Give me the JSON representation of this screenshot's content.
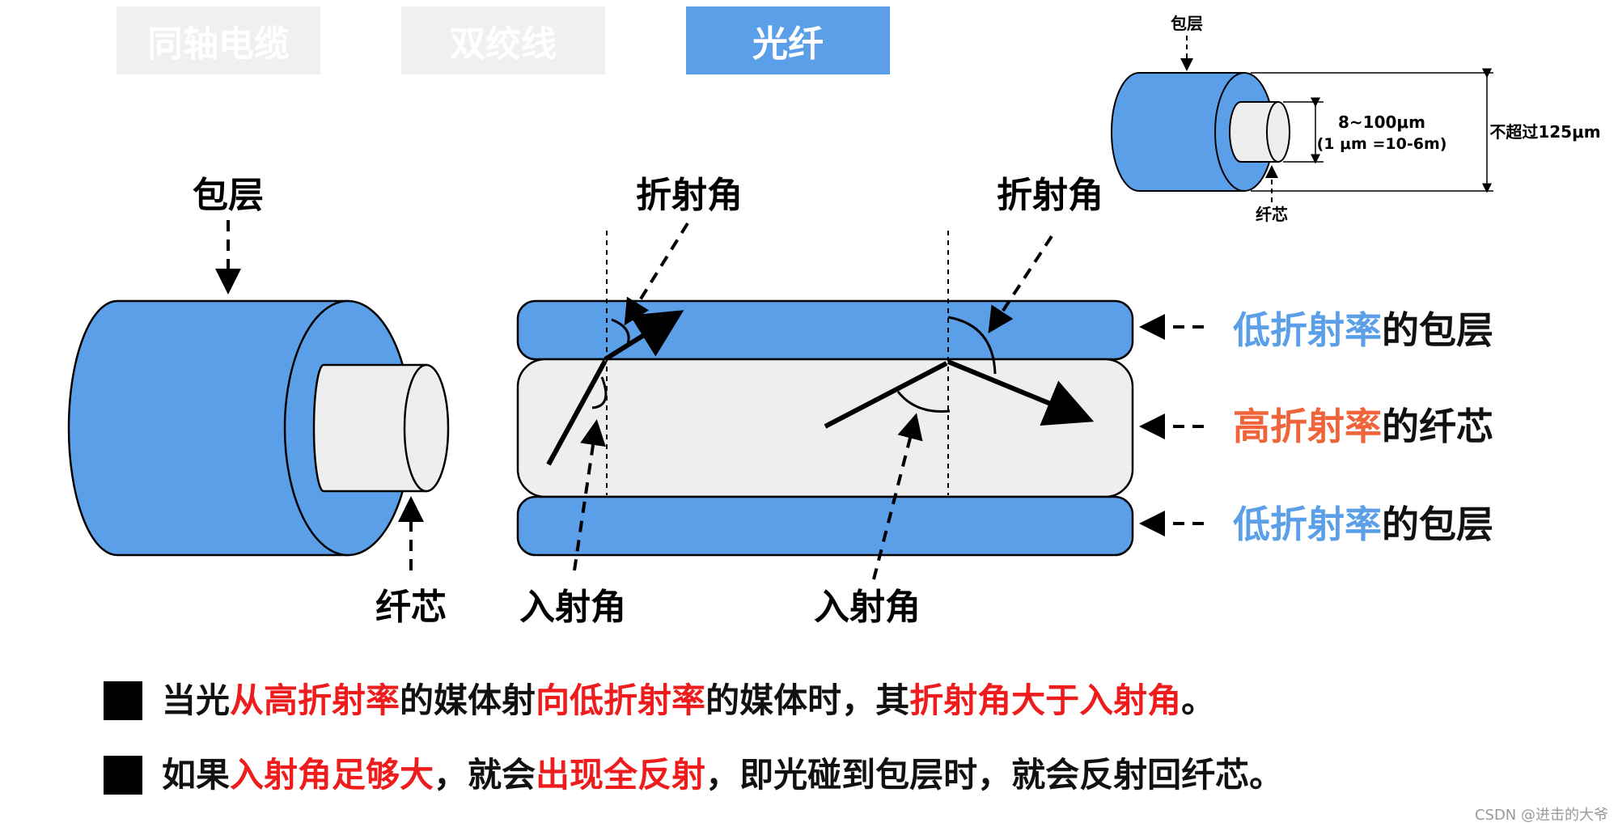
{
  "tabs": [
    {
      "label": "同轴电缆",
      "active": false
    },
    {
      "label": "双绞线",
      "active": false
    },
    {
      "label": "光纤",
      "active": true
    }
  ],
  "left_diagram": {
    "cladding_label": "包层",
    "core_label": "纤芯"
  },
  "middle_diagram": {
    "refraction_label_1": "折射角",
    "refraction_label_2": "折射角",
    "incidence_label_1": "入射角",
    "incidence_label_2": "入射角"
  },
  "layer_labels": [
    {
      "colored": "低折射率",
      "rest": "的包层",
      "color": "#5b9fe8"
    },
    {
      "colored": "高折射率",
      "rest": "的纤芯",
      "color": "#f0643c"
    },
    {
      "colored": "低折射率",
      "rest": "的包层",
      "color": "#5b9fe8"
    }
  ],
  "inset": {
    "cladding_label": "包层",
    "core_label": "纤芯",
    "core_size": "8~100μm",
    "unit_note": "(1 μm =10-6m)",
    "outer_size": "不超过125μm"
  },
  "bullets": [
    [
      {
        "t": "当光",
        "hl": false
      },
      {
        "t": "从高折射率",
        "hl": true
      },
      {
        "t": "的媒体射",
        "hl": false
      },
      {
        "t": "向低折射率",
        "hl": true
      },
      {
        "t": "的媒体时，其",
        "hl": false
      },
      {
        "t": "折射角大于入射角",
        "hl": true
      },
      {
        "t": "。",
        "hl": false
      }
    ],
    [
      {
        "t": "如果",
        "hl": false
      },
      {
        "t": "入射角足够大",
        "hl": true
      },
      {
        "t": "，就会",
        "hl": false
      },
      {
        "t": "出现全反射",
        "hl": true
      },
      {
        "t": "，即光碰到包层时，就会反射回纤芯。",
        "hl": false
      }
    ]
  ],
  "watermark": "CSDN @进击的大爷",
  "colors": {
    "blue": "#5b9fe8",
    "core": "#eeeeee",
    "red": "#ee1c1c",
    "orange": "#f0643c"
  }
}
